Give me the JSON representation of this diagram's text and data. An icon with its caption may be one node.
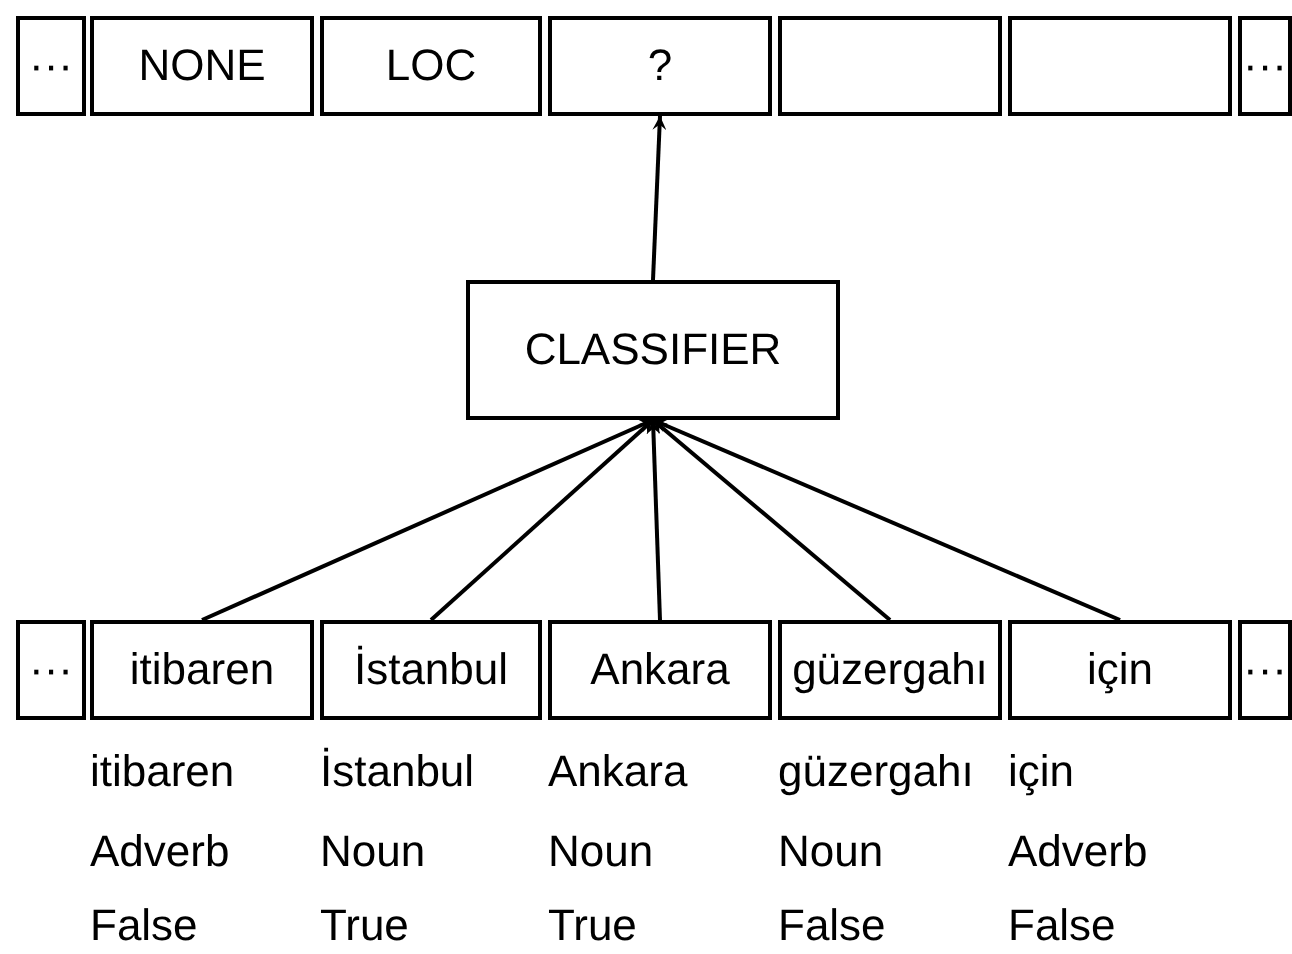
{
  "diagram": {
    "nodes": [
      {
        "text": [
          "···"
        ]
      },
      {
        "text": [
          "NONE"
        ]
      },
      {
        "text": [
          "LOC"
        ]
      },
      {
        "text": [
          "?"
        ]
      },
      {
        "text": [],
        "shape": "box"
      },
      {
        "text": [],
        "shape": "box"
      },
      {
        "text": [
          "···"
        ]
      },
      {
        "text": [
          "CLASSIFIER"
        ]
      },
      {
        "text": [
          "···"
        ]
      },
      {
        "text": [
          "itibaren"
        ]
      },
      {
        "text": [
          "İstanbul"
        ]
      },
      {
        "text": [
          "Ankara"
        ]
      },
      {
        "text": [
          "güzergahı"
        ]
      },
      {
        "text": [
          "için"
        ]
      },
      {
        "text": [
          "···"
        ]
      }
    ],
    "edges": [
      {
        "from": 9,
        "to": 7,
        "arrow": "to"
      },
      {
        "from": 10,
        "to": 7,
        "arrow": "to"
      },
      {
        "from": 11,
        "to": 7,
        "arrow": "to"
      },
      {
        "from": 12,
        "to": 7,
        "arrow": "to"
      },
      {
        "from": 13,
        "to": 7,
        "arrow": "to"
      },
      {
        "from": 7,
        "to": 3,
        "arrow": "to"
      }
    ],
    "labels": [
      "itibaren",
      "İstanbul",
      "Ankara",
      "güzergahı",
      "için",
      "Adverb",
      "Noun",
      "Noun",
      "Noun",
      "Adverb",
      "False",
      "True",
      "True",
      "False",
      "False"
    ]
  }
}
